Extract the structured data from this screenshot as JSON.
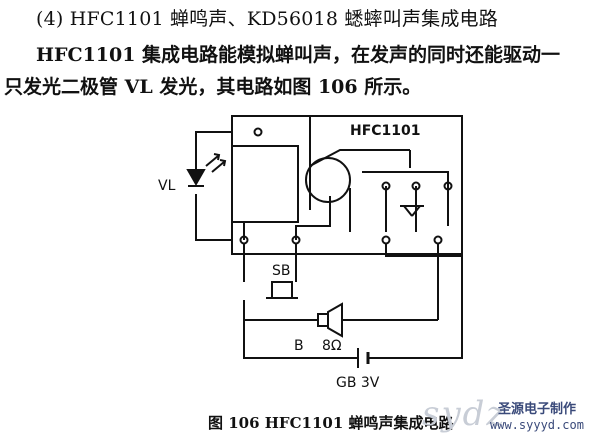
{
  "heading": "(4) HFC1101 蝉鸣声、KD56018 蟋蟀叫声集成电路",
  "paragraph_line1": "HFC1101 集成电路能模拟蝉叫声，在发声的同时还能驱动一",
  "paragraph_line2": "只发光二极管 VL 发光，其电路如图 106 所示。",
  "figure": {
    "ic_label": "HFC1101",
    "led_label": "VL",
    "switch_label": "SB",
    "speaker_label": "B",
    "speaker_impedance": "8Ω",
    "battery_label": "GB 3V",
    "caption": "图 106    HFC1101 蝉鸣声集成电路"
  },
  "watermark": {
    "logo": "sydz",
    "name": "圣源电子制作",
    "url": "www.syyyd.com"
  }
}
